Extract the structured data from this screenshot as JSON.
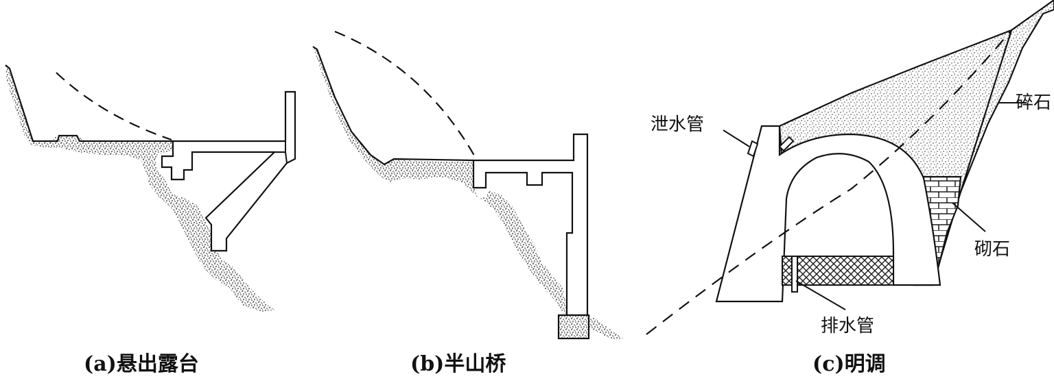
{
  "panels": [
    {
      "id": "a",
      "caption": "(a)悬出露台"
    },
    {
      "id": "b",
      "caption": "(b)半山桥"
    },
    {
      "id": "c",
      "caption": "(c)明调"
    }
  ],
  "labels": {
    "outlet_pipe": "泄水管",
    "gravel": "碎石",
    "rubble": "砌石",
    "drain_pipe": "排水管"
  },
  "colors": {
    "ink": "#111111",
    "rock": "#1a1a1a",
    "paper": "#ffffff"
  }
}
